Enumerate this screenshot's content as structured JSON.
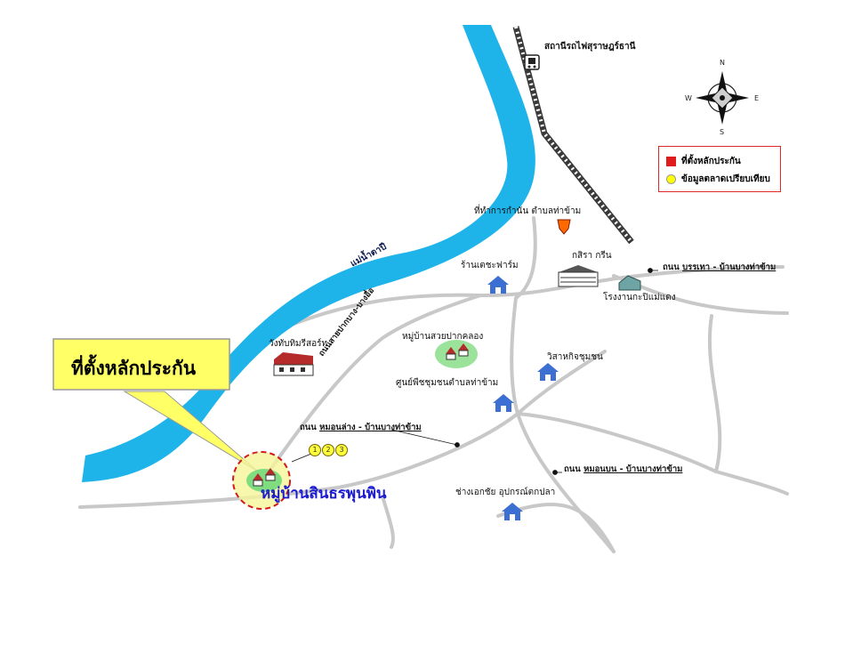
{
  "title": "",
  "colors": {
    "river": "#1eb4ea",
    "road": "#c8c8c8",
    "railway": "#3a3a3a",
    "house": "#3b6fd1",
    "legend_border": "#e0292b",
    "marker": "#e01b1b",
    "market": "#ffff00",
    "callout_fill": "#ffff66",
    "village_text": "#1c1ccf"
  },
  "callout": {
    "text": "ที่ตั้งหลักประกัน"
  },
  "village": {
    "name": "หมู่บ้านสินธรพุนพิน"
  },
  "legend": {
    "items": [
      {
        "icon": "red-square-icon",
        "label": "ที่ตั้งหลักประกัน"
      },
      {
        "icon": "yellow-circle-icon",
        "label": "ข้อมูลตลาดเปรียบเทียบ"
      }
    ]
  },
  "compass": {
    "n": "N",
    "s": "S",
    "e": "E",
    "w": "W"
  },
  "places": {
    "train_station": "สถานีรถไฟสุราษฎร์ธานี",
    "subdistrict_office": "ที่ทำการกำนัน ตำบลท่าข้าม",
    "farm_shop": "ร้านเตชะฟาร์ม",
    "kasira_green": "กสิรา กรีน",
    "brick_factory": "โรงงานกะปิแม่แดง",
    "wang_pipit": "วังทับทิมรีสอร์ท",
    "village_suan": "หมู่บ้านสวยปากคลอง",
    "community_center": "ศูนย์พืชชุมชนตำบลท่าข้าม",
    "wisahakit": "วิสาหกิจชุมชน",
    "shop_chang": "ช่างเอกชัย อุปกรณ์ตกปลา",
    "river": "แม่น้ำตาปี"
  },
  "roads": {
    "road_1": {
      "prefix": "ถนน",
      "name": "บรรเทา - บ้านบางท่าข้าม"
    },
    "road_2": {
      "prefix": "ถนน",
      "name": "หมอนล่าง - บ้านบางท่าข้าม"
    },
    "road_3": {
      "prefix": "ถนน",
      "name": "หมอนบน - บ้านบางท่าข้าม"
    },
    "road_diag": "ถนนสายปากบาง-บางอื่อ"
  },
  "markers": [
    "1",
    "2",
    "3"
  ]
}
